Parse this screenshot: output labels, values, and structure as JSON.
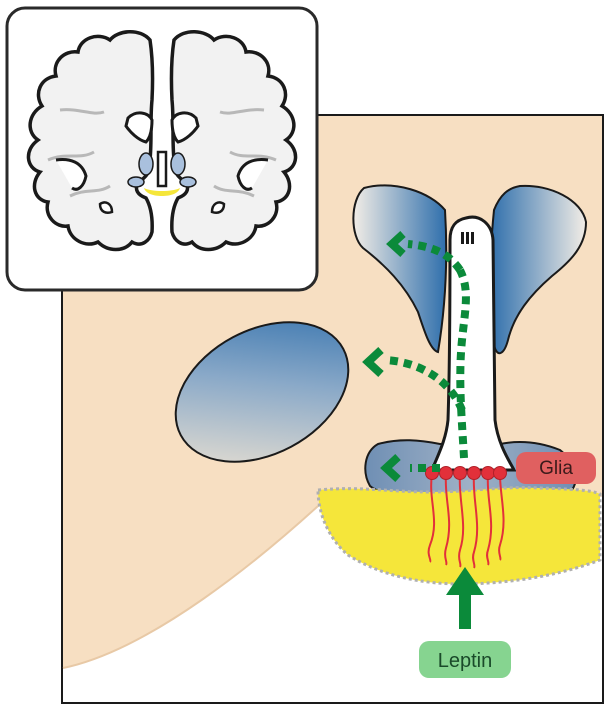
{
  "labels": {
    "glia": "Glia",
    "leptin": "Leptin",
    "ventricle_mark": "III"
  },
  "colors": {
    "tissue": "#f7dfc2",
    "outline": "#1a1a1a",
    "ventricle_blue": "#2f6fac",
    "leptin_zone": "#f5e63a",
    "green": "#0b8a3a",
    "glia_cells": "#e2303a",
    "glia_label_bg": "#e06060",
    "leptin_label_bg": "#86d490",
    "inset_brain": "#f2f2f2",
    "inset_ventricle": "#a9c0dd"
  }
}
